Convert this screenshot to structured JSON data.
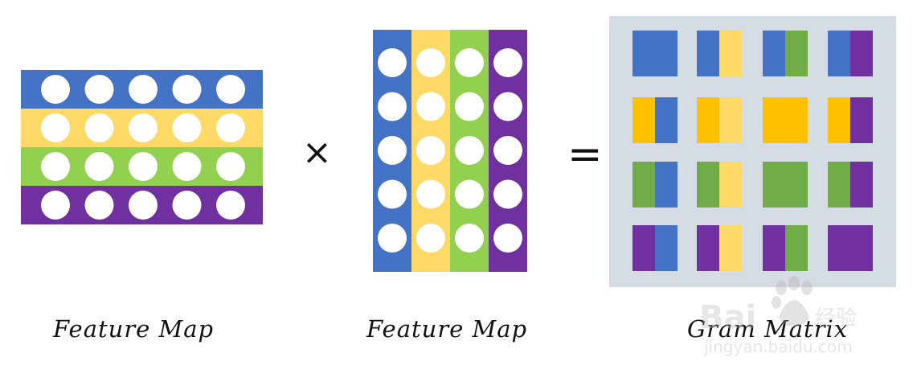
{
  "colors": {
    "blue": "#4472c4",
    "yellow": "#ffd966",
    "green": "#92d050",
    "purple": "#7030a0",
    "gold": "#ffc000",
    "dark_green": "#70ad47",
    "gram_bg": "#d6dce4",
    "circle": "#ffffff"
  },
  "feature_map_rows": {
    "channels": [
      "blue",
      "yellow",
      "green",
      "purple"
    ],
    "circles_per_channel": 5
  },
  "feature_map_cols": {
    "channels": [
      "blue",
      "yellow",
      "green",
      "purple"
    ],
    "circles_per_channel": 5
  },
  "gram_matrix": {
    "rows": [
      [
        [
          "blue",
          "blue"
        ],
        [
          "blue",
          "yellow"
        ],
        [
          "blue",
          "dark_green"
        ],
        [
          "blue",
          "purple"
        ]
      ],
      [
        [
          "gold",
          "blue"
        ],
        [
          "gold",
          "yellow"
        ],
        [
          "gold",
          "gold"
        ],
        [
          "gold",
          "purple"
        ]
      ],
      [
        [
          "dark_green",
          "blue"
        ],
        [
          "dark_green",
          "yellow"
        ],
        [
          "dark_green",
          "dark_green"
        ],
        [
          "dark_green",
          "purple"
        ]
      ],
      [
        [
          "purple",
          "blue"
        ],
        [
          "purple",
          "yellow"
        ],
        [
          "purple",
          "dark_green"
        ],
        [
          "purple",
          "purple"
        ]
      ]
    ]
  },
  "operators": {
    "times": "×",
    "equals": "="
  },
  "labels": {
    "feature_map_left": "Feature Map",
    "feature_map_right": "Feature Map",
    "gram_matrix": "Gram Matrix"
  },
  "watermark": {
    "text": "Bai du 经验",
    "subtext": "jingyan.baidu.com"
  }
}
